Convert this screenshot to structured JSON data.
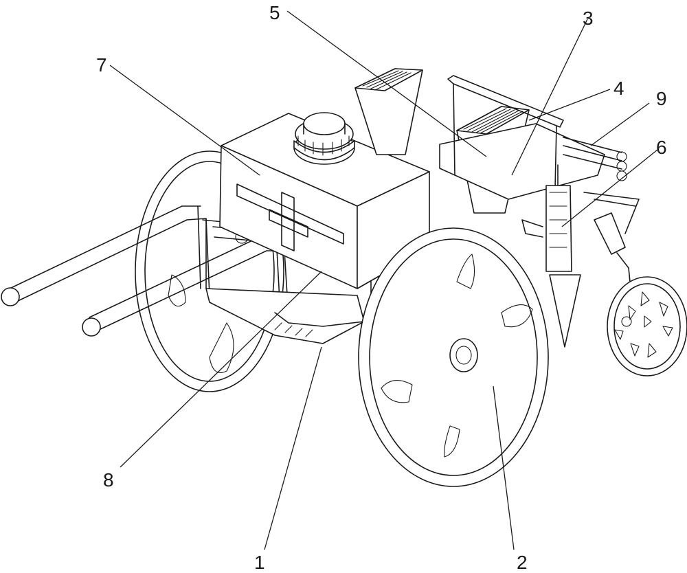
{
  "figure": {
    "callouts": [
      {
        "id": "1",
        "label": "1"
      },
      {
        "id": "2",
        "label": "2"
      },
      {
        "id": "3",
        "label": "3"
      },
      {
        "id": "4",
        "label": "4"
      },
      {
        "id": "5",
        "label": "5"
      },
      {
        "id": "6",
        "label": "6"
      },
      {
        "id": "7",
        "label": "7"
      },
      {
        "id": "8",
        "label": "8"
      },
      {
        "id": "9",
        "label": "9"
      }
    ],
    "colors": {
      "line": "#1a1a1a",
      "background": "#ffffff"
    }
  }
}
